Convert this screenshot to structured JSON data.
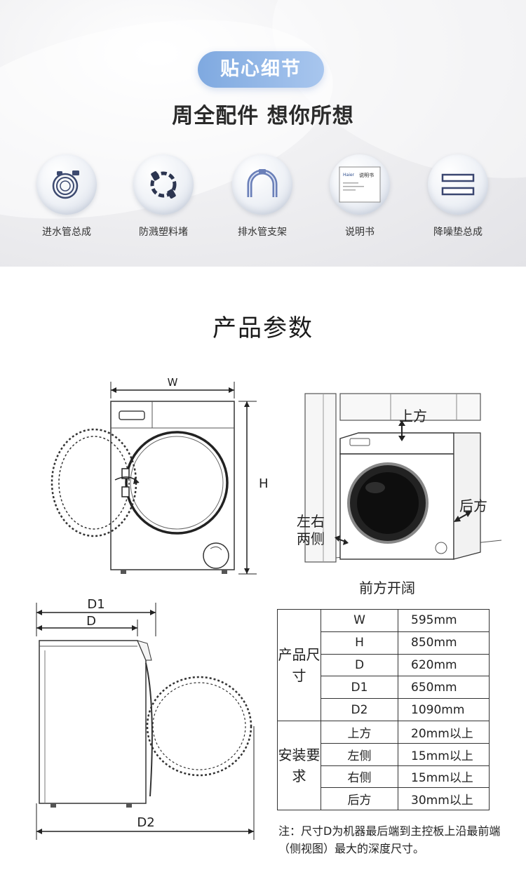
{
  "banner": {
    "pill": "贴心细节",
    "subtitle": "周全配件 想你所想",
    "accessories": [
      {
        "label": "进水管总成",
        "icon": "inlet-hose-icon"
      },
      {
        "label": "防溅塑料堵",
        "icon": "splash-plug-icon"
      },
      {
        "label": "排水管支架",
        "icon": "drain-bracket-icon"
      },
      {
        "label": "说明书",
        "icon": "manual-icon"
      },
      {
        "label": "降噪垫总成",
        "icon": "noise-pad-icon"
      }
    ],
    "manual_cover_brand": "Haier",
    "manual_cover_title": "说明书"
  },
  "params": {
    "title": "产品参数",
    "front_view": {
      "w": "W",
      "h": "H"
    },
    "install_view": {
      "top": "上方",
      "back": "后方",
      "sides_line1": "左右",
      "sides_line2": "两侧",
      "front": "前方开阔"
    },
    "side_view": {
      "d1": "D1",
      "d": "D",
      "d2": "D2"
    }
  },
  "spec_table": {
    "size_group": "产品尺寸",
    "size_rows": [
      {
        "key": "W",
        "value": "595mm"
      },
      {
        "key": "H",
        "value": "850mm"
      },
      {
        "key": "D",
        "value": "620mm"
      },
      {
        "key": "D1",
        "value": "650mm"
      },
      {
        "key": "D2",
        "value": "1090mm"
      }
    ],
    "install_group": "安装要求",
    "install_rows": [
      {
        "key": "上方",
        "value": "20mm以上"
      },
      {
        "key": "左侧",
        "value": "15mm以上"
      },
      {
        "key": "右侧",
        "value": "15mm以上"
      },
      {
        "key": "后方",
        "value": "30mm以上"
      }
    ]
  },
  "note": "注：尺寸D为机器最后端到主控板上沿最前端（侧视图）最大的深度尺寸。"
}
